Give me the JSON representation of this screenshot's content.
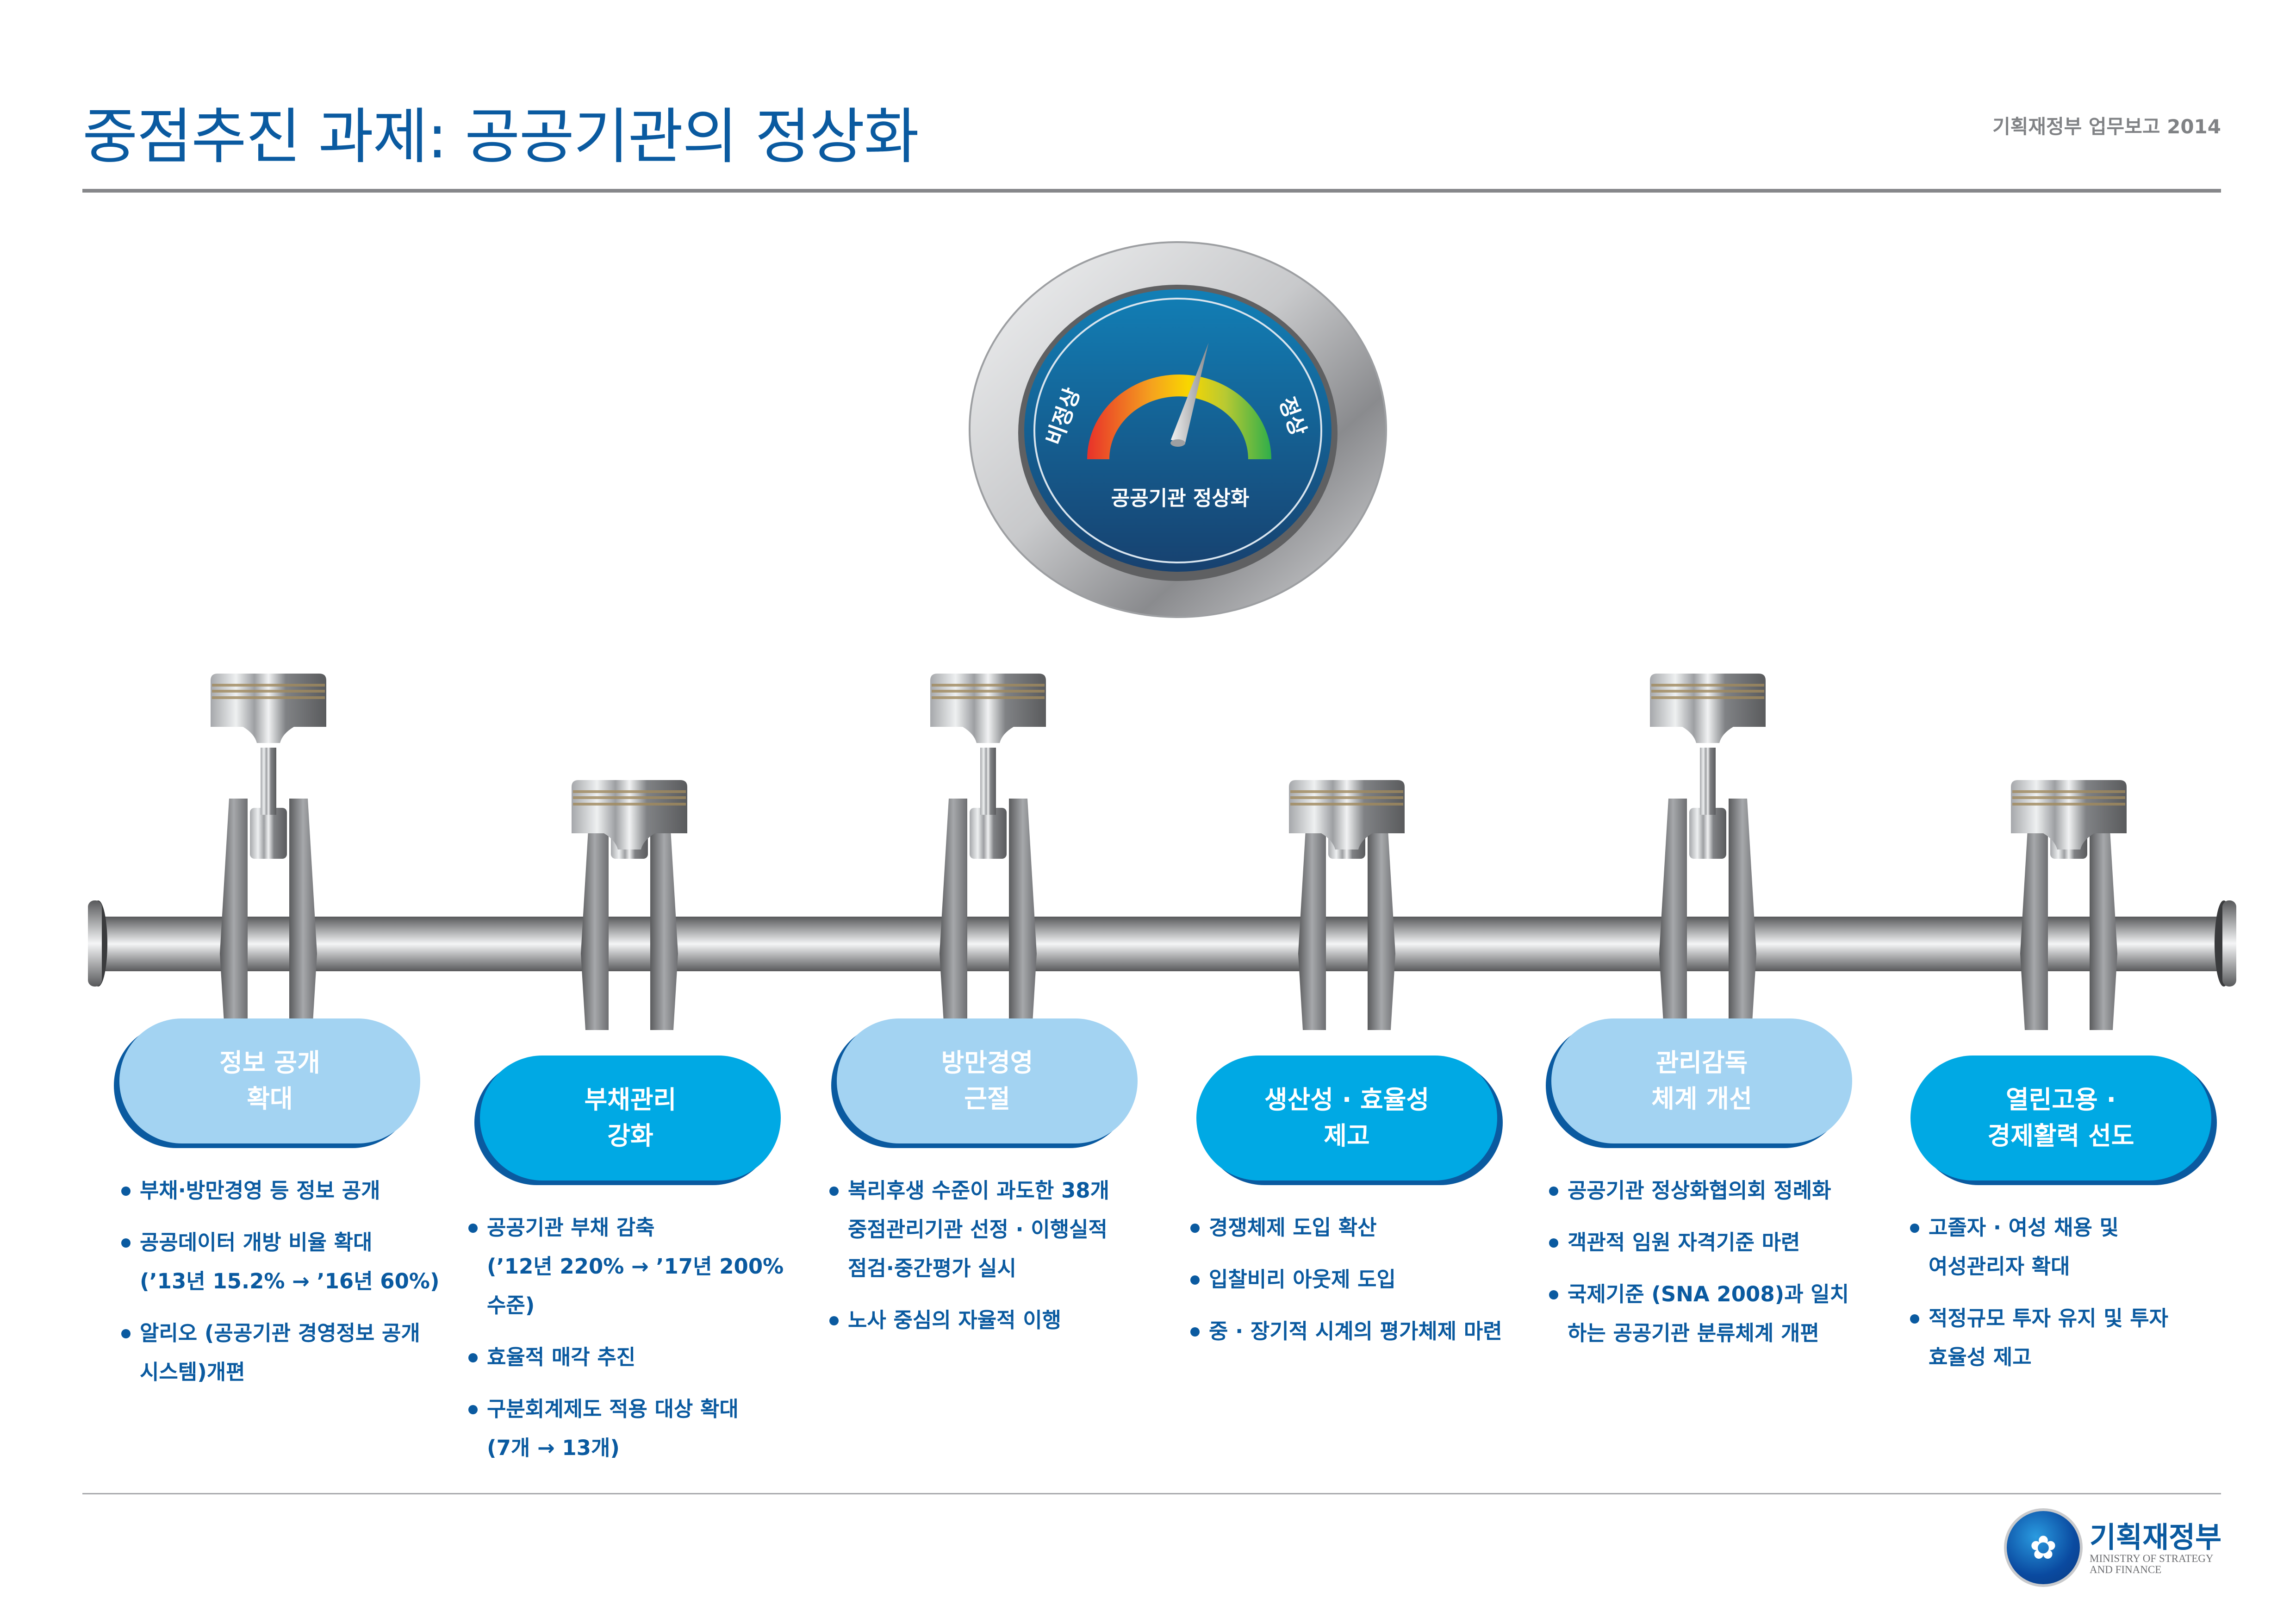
{
  "header": {
    "title": "중점추진 과제: 공공기관의 정상화",
    "subtitle": "기획재정부 업무보고 2014"
  },
  "gauge": {
    "caption": "공공기관 정상화",
    "left_label": "비정상",
    "right_label": "정상",
    "needle_position": 0.6,
    "colors": {
      "low": "#e8312a",
      "mid": "#f9d600",
      "high": "#2fae4a",
      "face": "#1a5a90"
    }
  },
  "tasks": [
    {
      "label": "정보 공개\n확대",
      "style": "light",
      "bullets": [
        "부채·방만경영 등 정보 공개",
        "공공데이터 개방 비율 확대\n(’13년 15.2% → ’16년 60%)",
        "알리오 (공공기관 경영정보 공개\n시스템)개편"
      ]
    },
    {
      "label": "부채관리\n강화",
      "style": "dark",
      "bullets": [
        "공공기관 부채 감축\n(’12년 220% → ’17년 200% 수준)",
        "효율적 매각 추진",
        "구분회계제도 적용 대상 확대\n(7개 → 13개)"
      ]
    },
    {
      "label": "방만경영\n근절",
      "style": "light",
      "bullets": [
        "복리후생 수준이 과도한 38개\n중점관리기관 선정 · 이행실적\n점검·중간평가 실시",
        "노사 중심의 자율적 이행"
      ]
    },
    {
      "label": "생산성 · 효율성\n제고",
      "style": "dark",
      "bullets": [
        "경쟁체제 도입 확산",
        "입찰비리 아웃제 도입",
        "중 · 장기적 시계의 평가체제 마련"
      ]
    },
    {
      "label": "관리감독\n체계 개선",
      "style": "light",
      "bullets": [
        "공공기관 정상화협의회 정례화",
        "객관적 임원 자격기준 마련",
        "국제기준 (SNA 2008)과 일치\n하는 공공기관 분류체계 개편"
      ]
    },
    {
      "label": "열린고용 ·\n경제활력 선도",
      "style": "dark",
      "bullets": [
        "고졸자 · 여성 채용 및\n여성관리자 확대",
        "적정규모 투자 유지 및 투자\n효율성 제고"
      ]
    }
  ],
  "footer": {
    "logo_korean": "기획재정부",
    "logo_english": "MINISTRY OF STRATEGY\nAND FINANCE",
    "seal_icon": "mugunghwa-seal-icon"
  },
  "colors": {
    "brand_blue": "#0a5aa0",
    "pill_light": "#a3d3f2",
    "pill_dark": "#00a9e4",
    "rule_gray": "#86878a"
  }
}
